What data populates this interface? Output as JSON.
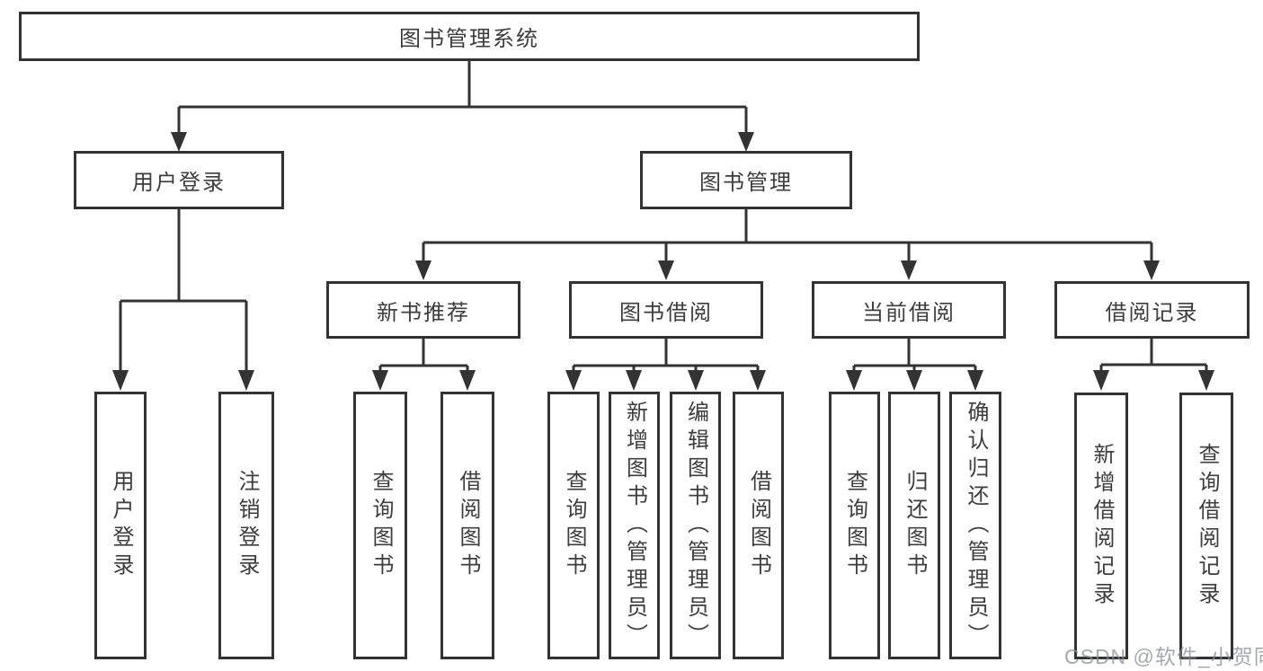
{
  "diagram": {
    "root": {
      "label": "图书管理系统"
    },
    "branches": [
      {
        "label": "用户登录",
        "children": [
          {
            "label": "用户登录"
          },
          {
            "label": "注销登录"
          }
        ]
      },
      {
        "label": "图书管理",
        "children": [
          {
            "label": "新书推荐",
            "children": [
              {
                "label": "查询图书"
              },
              {
                "label": "借阅图书"
              }
            ]
          },
          {
            "label": "图书借阅",
            "children": [
              {
                "label": "查询图书"
              },
              {
                "label": "新增图书（管理员）"
              },
              {
                "label": "编辑图书（管理员）"
              },
              {
                "label": "借阅图书"
              }
            ]
          },
          {
            "label": "当前借阅",
            "children": [
              {
                "label": "查询图书"
              },
              {
                "label": "归还图书"
              },
              {
                "label": "确认归还（管理员）"
              }
            ]
          },
          {
            "label": "借阅记录",
            "children": [
              {
                "label": "新增借阅记录"
              },
              {
                "label": "查询借阅记录"
              }
            ]
          }
        ]
      }
    ]
  },
  "watermark": {
    "text": "CSDN @软件_小贺同学"
  },
  "colors": {
    "line": "#333333",
    "box_border": "#333333",
    "text": "#3d3d3d",
    "background": "#ffffff",
    "watermark": "#878c92"
  }
}
